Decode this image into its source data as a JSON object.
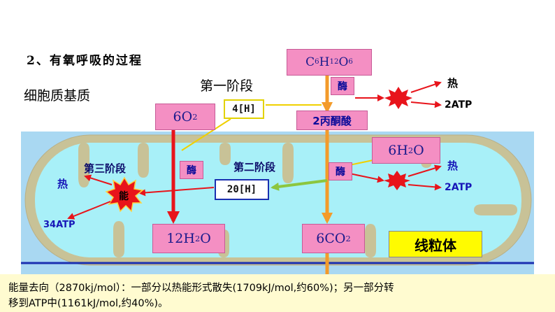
{
  "heading": "2、有氧呼吸的过程",
  "regions": {
    "cytoplasm": "细胞质基质",
    "mitochondrion": "线粒体"
  },
  "stages": {
    "stage1": "第一阶段",
    "stage2": "第二阶段",
    "stage3": "第三阶段"
  },
  "molecules": {
    "glucose": {
      "main": "C",
      "s1": "6",
      "m2": "H",
      "s2": "12",
      "m3": "O",
      "s3": "6"
    },
    "oxygen": {
      "main": "6O",
      "s1": "2"
    },
    "water_in": {
      "main": "6H",
      "s1": "2",
      "m2": "O"
    },
    "water_out": {
      "main": "12H",
      "s1": "2",
      "m2": "O"
    },
    "co2": {
      "main": "6CO",
      "s1": "2"
    },
    "pyruvate": "2丙酮酸",
    "h4": "4[H]",
    "h20": "20[H]"
  },
  "enzyme": "酶",
  "energy": "能",
  "outputs": {
    "heat": "热",
    "atp2": "2ATP",
    "atp34": "34ATP"
  },
  "note": {
    "line1": "能量去向（2870kj/mol）：一部分以热能形式散失(1709kJ/mol,约60%)；另一部分转",
    "line2": "移到ATP中(1161kJ/mol,约40%)。"
  },
  "colors": {
    "cytoplasm_bg": "#a9d8f2",
    "membrane": "#c8c297",
    "matrix": "#a8f0f8",
    "pink": "#f48fc3",
    "arrow_red": "#e8141b",
    "arrow_orange": "#f39b2a",
    "arrow_green": "#8cc63f",
    "label_blue": "#1717b8",
    "note_bg": "#fffbd0",
    "mito_label_bg": "#fffb00"
  }
}
